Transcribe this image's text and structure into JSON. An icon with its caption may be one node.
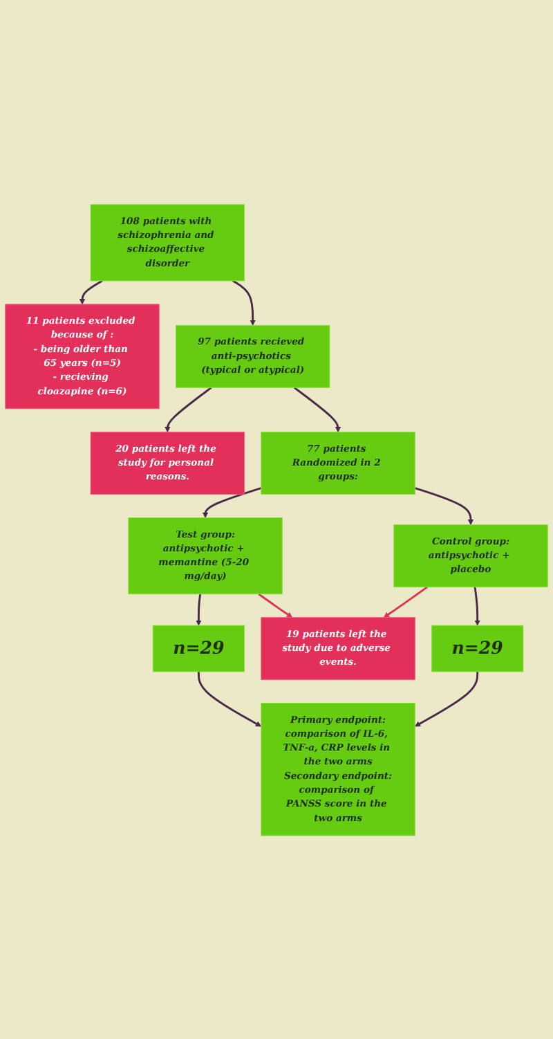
{
  "diagram": {
    "nodes": [
      {
        "text": [
          "108 patients with schizophrenia and schizoaffective disorder"
        ]
      },
      {
        "text": [
          "11 patients excluded because of :",
          "- being older than 65 years (n=5)",
          "- recieving cloazapine (n=6)"
        ]
      },
      {
        "text": [
          "97 patients recieved anti-psychotics (typical or atypical)"
        ]
      },
      {
        "text": [
          "20 patients left the study for personal reasons."
        ]
      },
      {
        "text": [
          "77 patients Randomized in 2 groups:"
        ]
      },
      {
        "text": [
          "Test group:",
          "antipsychotic + memantine (5-20 mg/day)"
        ]
      },
      {
        "text": [
          "Control group:",
          "antipsychotic + placebo"
        ]
      },
      {
        "text": [
          "19 patients left the study due to adverse events."
        ]
      },
      {
        "text": [
          "n=29"
        ]
      },
      {
        "text": [
          "n=29"
        ]
      },
      {
        "text": [
          "Primary endpoint:",
          "comparison of IL-6, TNF-a, CRP levels in the two arms",
          "Secondary endpoint:",
          "comparison of PANSS score in the two arms"
        ]
      }
    ],
    "edges": [
      {
        "from": 0,
        "to": 1,
        "arrow": "to"
      },
      {
        "from": 0,
        "to": 2,
        "arrow": "to"
      },
      {
        "from": 2,
        "to": 3,
        "arrow": "to"
      },
      {
        "from": 2,
        "to": 4,
        "arrow": "to"
      },
      {
        "from": 4,
        "to": 5,
        "arrow": "to"
      },
      {
        "from": 4,
        "to": 6,
        "arrow": "to"
      },
      {
        "from": 5,
        "to": 8,
        "arrow": "to"
      },
      {
        "from": 5,
        "to": 7,
        "arrow": "to",
        "color": "#e0305a"
      },
      {
        "from": 6,
        "to": 7,
        "arrow": "to",
        "color": "#e0305a"
      },
      {
        "from": 6,
        "to": 9,
        "arrow": "to"
      },
      {
        "from": 8,
        "to": 10,
        "arrow": "to"
      },
      {
        "from": 9,
        "to": 10,
        "arrow": "to"
      }
    ]
  }
}
